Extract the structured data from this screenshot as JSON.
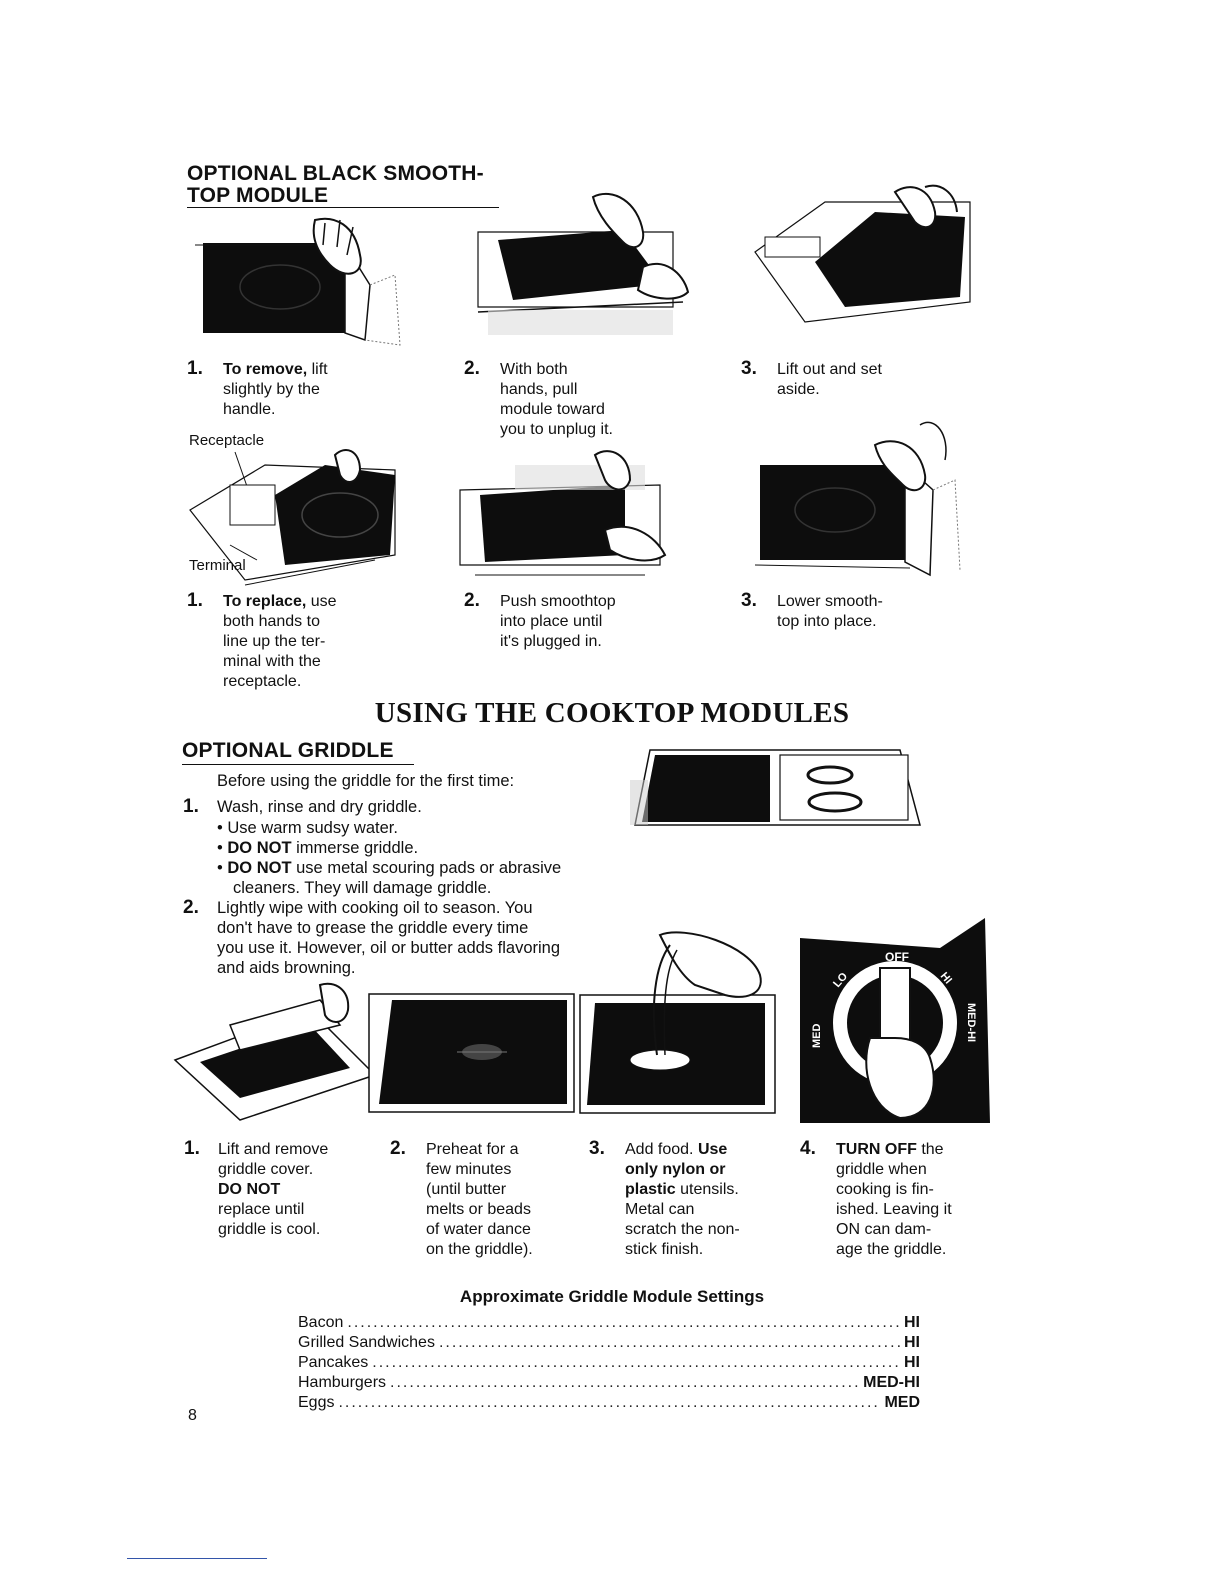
{
  "smoothtop": {
    "title_line1": "OPTIONAL BLACK SMOOTH-",
    "title_line2": "TOP MODULE",
    "remove_steps": [
      {
        "num": "1.",
        "lines": [
          "To remove,",
          " lift",
          "slightly by the",
          "handle."
        ]
      },
      {
        "num": "2.",
        "lines": [
          "With both",
          "hands, pull",
          "module toward",
          "you to unplug it."
        ]
      },
      {
        "num": "3.",
        "lines": [
          "Lift out and set",
          "aside."
        ]
      }
    ],
    "labels": {
      "receptacle": "Receptacle",
      "terminal": "Terminal"
    },
    "replace_steps": [
      {
        "num": "1.",
        "lines": [
          "To replace,",
          " use",
          "both hands to",
          "line up the ter-",
          "minal with the",
          "receptacle."
        ]
      },
      {
        "num": "2.",
        "lines": [
          "Push smoothtop",
          "into place until",
          "it's plugged in."
        ]
      },
      {
        "num": "3.",
        "lines": [
          "Lower smooth-",
          "top into place."
        ]
      }
    ]
  },
  "main_title": "USING THE COOKTOP MODULES",
  "griddle": {
    "title": "OPTIONAL GRIDDLE",
    "intro": "Before using the griddle for the first time:",
    "item1": {
      "num": "1.",
      "text": "Wash, rinse and dry griddle."
    },
    "bullets": [
      {
        "bold": "",
        "text": "Use warm sudsy water."
      },
      {
        "bold": "DO NOT",
        "text": " immerse griddle."
      },
      {
        "bold": "DO NOT",
        "text": " use metal scouring pads or abrasive"
      }
    ],
    "bullet3_cont": "cleaners. They will damage griddle.",
    "item2": {
      "num": "2.",
      "lines": [
        "Lightly wipe with cooking oil to season. You",
        "don't have to grease the griddle every time",
        "you use it. However, oil or butter adds flavoring",
        "and aids browning."
      ]
    },
    "dial": {
      "off": "OFF",
      "lo": "LO",
      "hi": "HI",
      "med": "MED",
      "medhi": "MED-HI"
    },
    "steps": [
      {
        "num": "1.",
        "l1": "Lift and remove",
        "l2": "griddle cover.",
        "l3": "DO NOT",
        "l4": "replace until",
        "l5": "griddle is cool."
      },
      {
        "num": "2.",
        "l1": "Preheat for a",
        "l2": "few minutes",
        "l3": "(until butter",
        "l4": "melts or beads",
        "l5": "of water dance",
        "l6": "on the griddle)."
      },
      {
        "num": "3.",
        "l1a": "Add food. ",
        "l1b": "Use",
        "l2": "only nylon or",
        "l3a": "plastic",
        "l3b": " utensils.",
        "l4": "Metal can",
        "l5": "scratch the non-",
        "l6": "stick finish."
      },
      {
        "num": "4.",
        "l1a": "TURN OFF",
        "l1b": " the",
        "l2": "griddle when",
        "l3": "cooking is fin-",
        "l4": "ished. Leaving it",
        "l5": "ON can dam-",
        "l6": "age the griddle."
      }
    ]
  },
  "settings": {
    "title": "Approximate Griddle Module Settings",
    "rows": [
      {
        "food": "Bacon",
        "setting": "HI"
      },
      {
        "food": "Grilled Sandwiches",
        "setting": "HI"
      },
      {
        "food": "Pancakes",
        "setting": "HI"
      },
      {
        "food": "Hamburgers",
        "setting": "MED-HI"
      },
      {
        "food": "Eggs",
        "setting": "MED"
      }
    ]
  },
  "page_number": "8"
}
